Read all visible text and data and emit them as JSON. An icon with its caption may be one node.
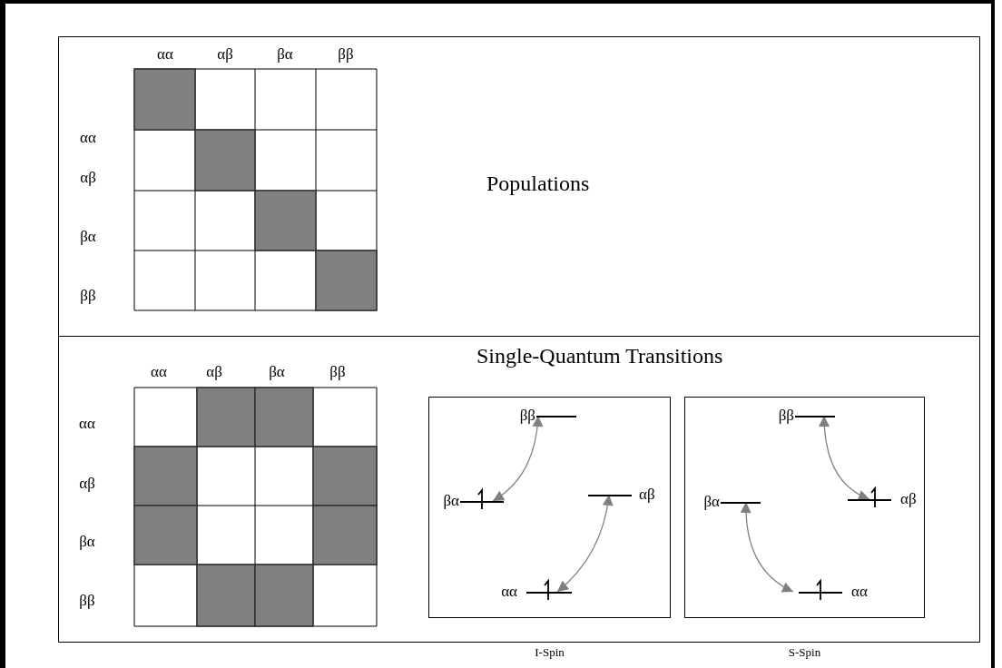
{
  "diagram": {
    "nodes": [
      {
        "text": [
          "Populations"
        ]
      },
      {
        "text": [
          "Single-Quantum Transitions"
        ]
      },
      {
        "text": [],
        "shape": "box",
        "in": 1,
        "beside": [
          "I-Spin"
        ]
      },
      {
        "text": [
          "ββ"
        ],
        "in": 2
      },
      {
        "text": [
          "βα"
        ],
        "in": 2
      },
      {
        "text": [
          "αβ"
        ],
        "in": 2
      },
      {
        "text": [
          "αα"
        ],
        "in": 2
      },
      {
        "text": [],
        "shape": "box",
        "in": 1,
        "beside": [
          "S-Spin"
        ]
      },
      {
        "text": [
          "ββ"
        ],
        "in": 7
      },
      {
        "text": [
          "βα"
        ],
        "in": 7
      },
      {
        "text": [
          "αβ"
        ],
        "in": 7
      },
      {
        "text": [
          "αα"
        ],
        "in": 7
      }
    ],
    "edges": [
      {
        "from": 4,
        "to": 3,
        "arrow": "both"
      },
      {
        "from": 6,
        "to": 5,
        "arrow": "both"
      },
      {
        "from": 8,
        "to": 10,
        "arrow": "both"
      },
      {
        "from": 9,
        "to": 11,
        "arrow": "both"
      }
    ],
    "labels": [
      "αα",
      "αβ",
      "βα",
      "ββ",
      "αα",
      "αβ",
      "βα",
      "ββ",
      "αα",
      "αβ",
      "βα",
      "ββ",
      "αα",
      "αβ",
      "βα",
      "ββ"
    ]
  }
}
